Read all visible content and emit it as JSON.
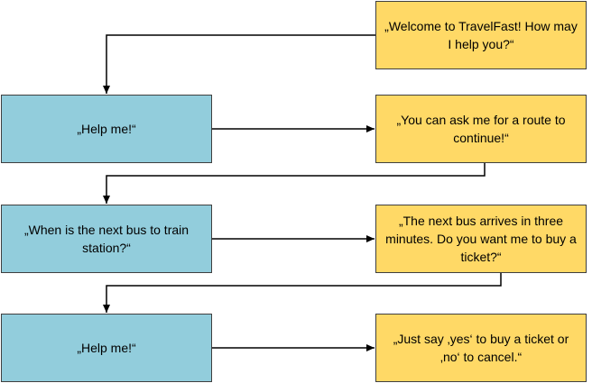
{
  "diagram": {
    "colors": {
      "user_box": "#92cddc",
      "bot_box": "#ffd966",
      "connector": "#000000"
    },
    "messages": [
      {
        "speaker": "bot",
        "text": "„Welcome to TravelFast! How may I help you?“"
      },
      {
        "speaker": "user",
        "text": "„Help me!“"
      },
      {
        "speaker": "bot",
        "text": "„You can ask me for a route to continue!“"
      },
      {
        "speaker": "user",
        "text": "„When is the next bus to train station?“"
      },
      {
        "speaker": "bot",
        "text": "„The next bus arrives in three minutes. Do you want me to buy a ticket?“"
      },
      {
        "speaker": "user",
        "text": "„Help me!“"
      },
      {
        "speaker": "bot",
        "text": "„Just say ‚yes‘ to buy a ticket or ‚no‘ to cancel.“"
      }
    ]
  }
}
